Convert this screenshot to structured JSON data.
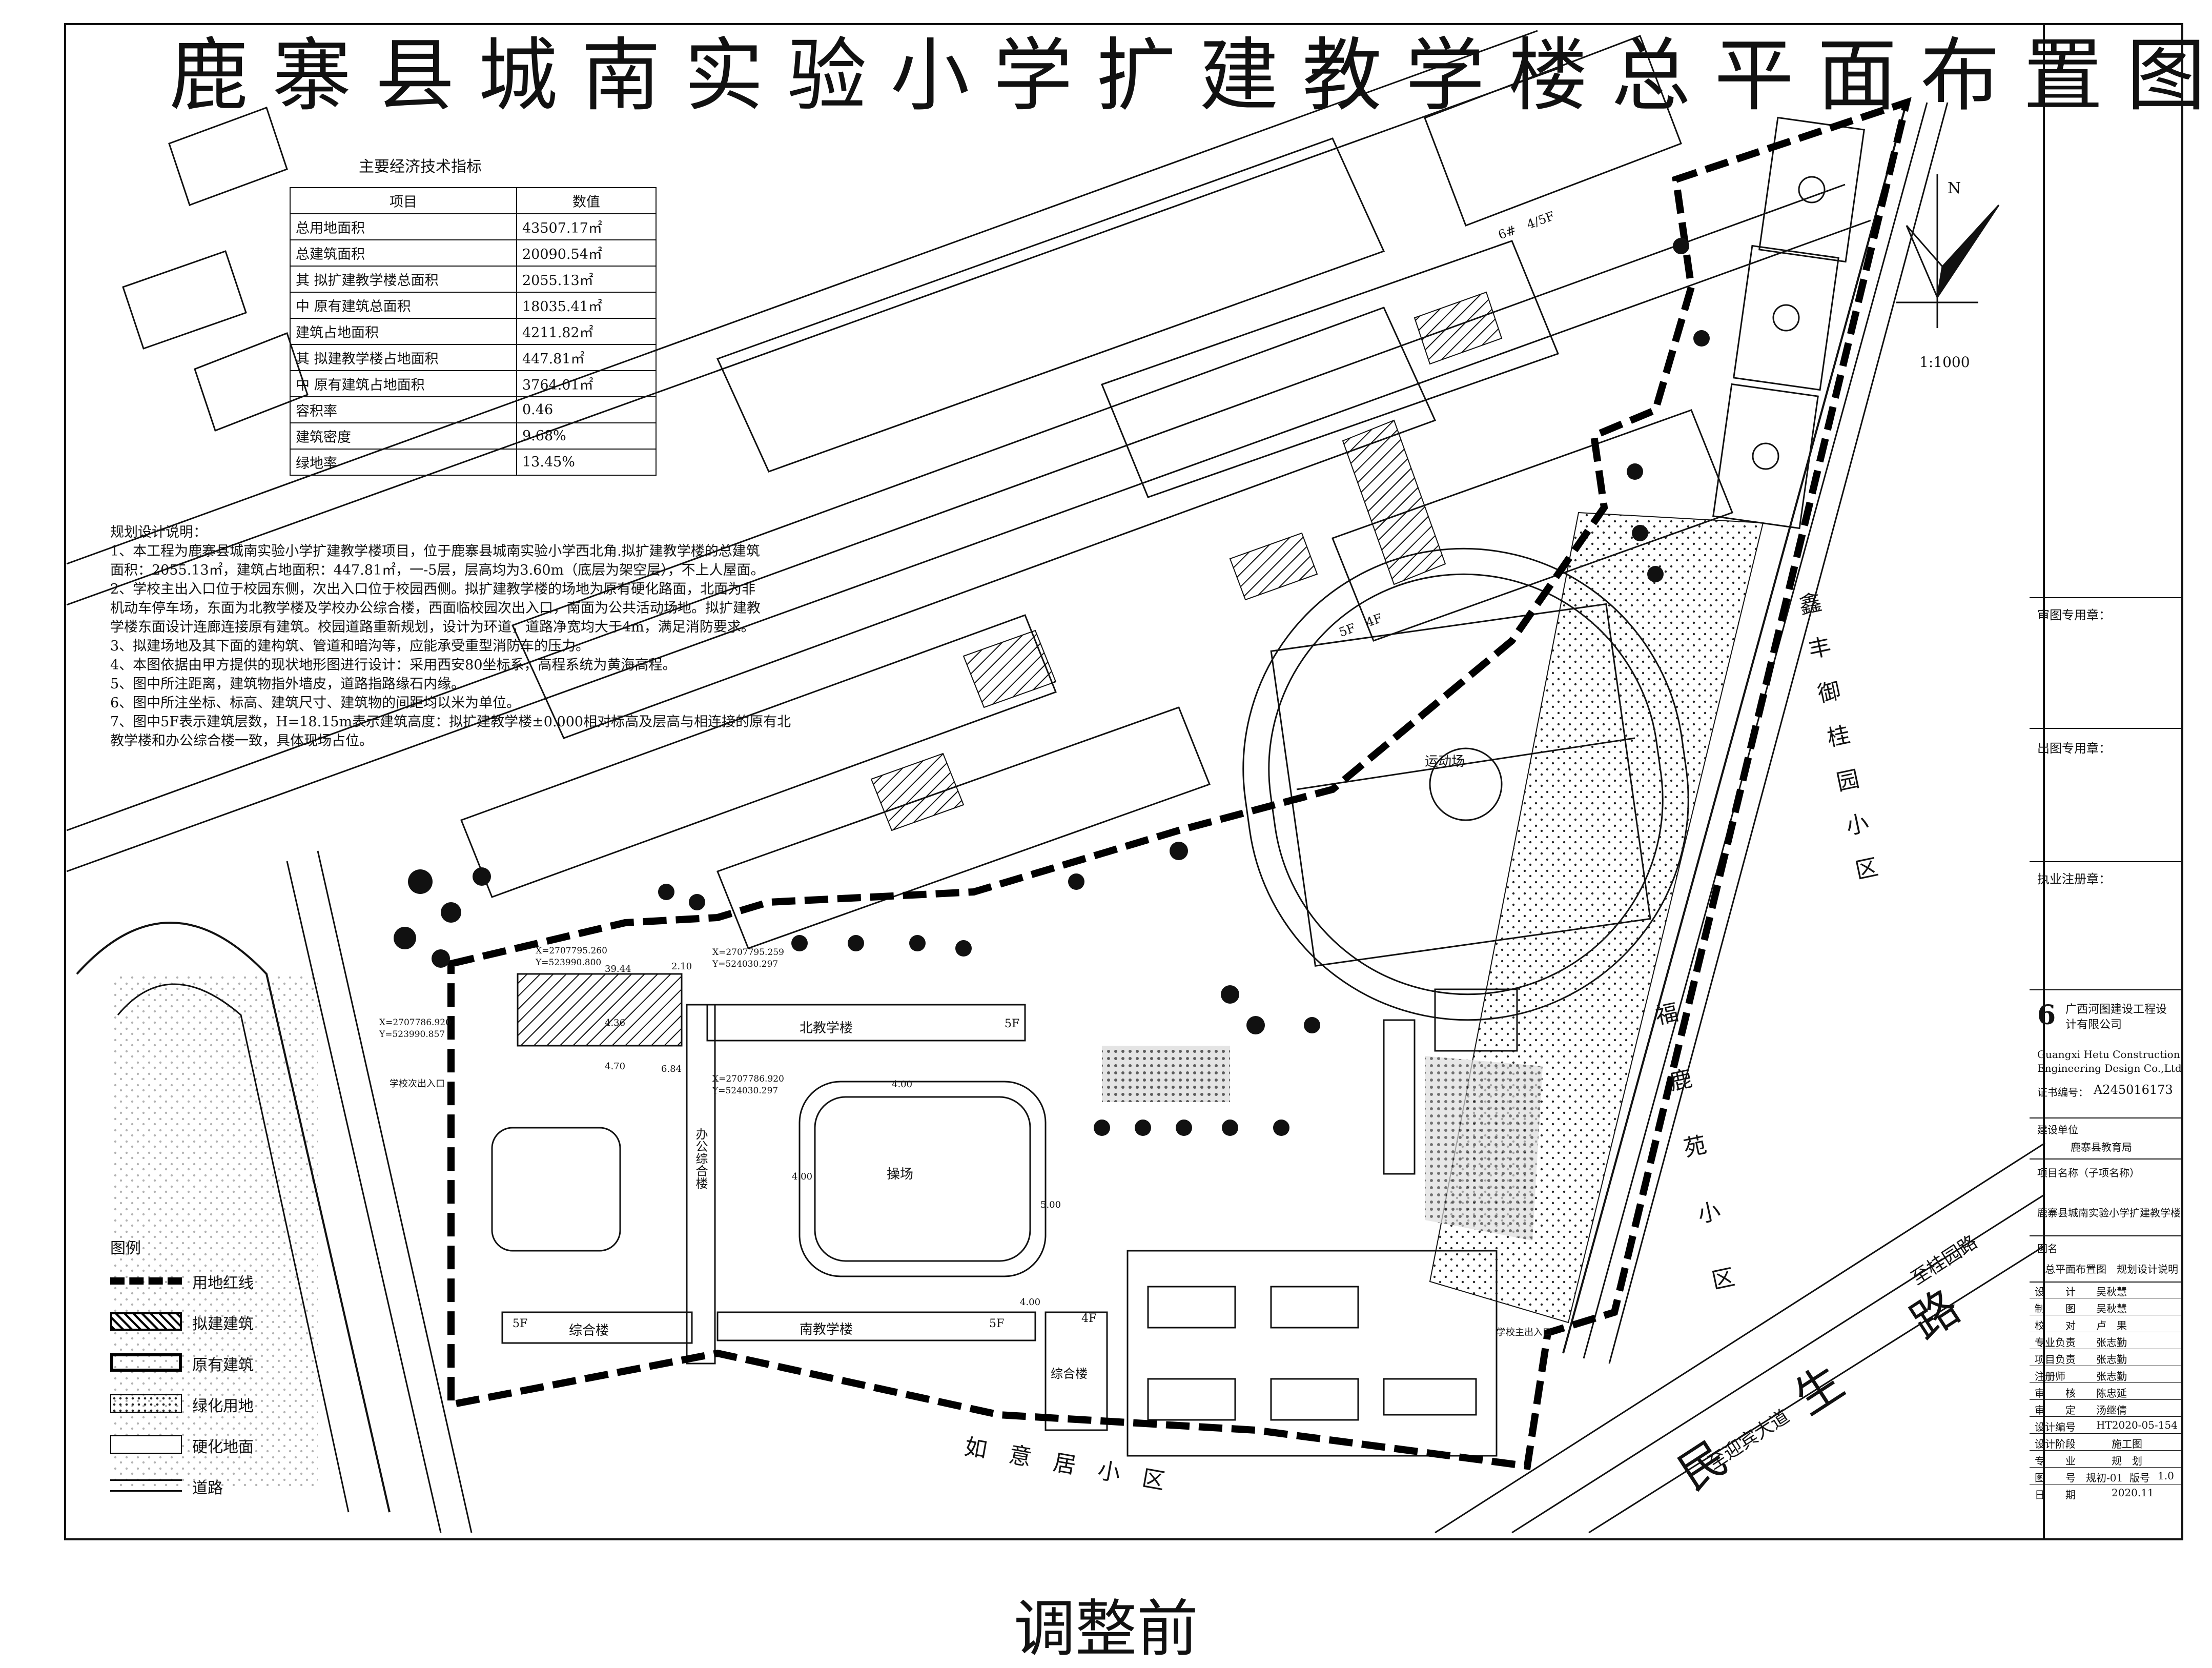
{
  "title": "鹿寨县城南实验小学扩建教学楼总平面布置图",
  "indicator_table": {
    "caption": "主要经济技术指标",
    "header": [
      "项目",
      "数值"
    ],
    "rows": [
      [
        "总用地面积",
        "43507.17㎡"
      ],
      [
        "总建筑面积",
        "20090.54㎡"
      ],
      [
        "其  拟扩建教学楼总面积",
        "2055.13㎡"
      ],
      [
        "中  原有建筑总面积",
        "18035.41㎡"
      ],
      [
        "建筑占地面积",
        "4211.82㎡"
      ],
      [
        "其  拟建教学楼占地面积",
        "447.81㎡"
      ],
      [
        "中  原有建筑占地面积",
        "3764.01㎡"
      ],
      [
        "容积率",
        "0.46"
      ],
      [
        "建筑密度",
        "9.68%"
      ],
      [
        "绿地率",
        "13.45%"
      ]
    ]
  },
  "notes": {
    "heading": "规划设计说明：",
    "items": [
      "1、本工程为鹿寨县城南实验小学扩建教学楼项目，位于鹿寨县城南实验小学西北角.拟扩建教学楼的总建筑",
      "面积：2055.13㎡，建筑占地面积：447.81㎡，一-5层，层高均为3.60m（底层为架空层），不上人屋面。",
      "2、学校主出入口位于校园东侧，次出入口位于校园西侧。拟扩建教学楼的场地为原有硬化路面，北面为非",
      "机动车停车场，东面为北教学楼及学校办公综合楼，西面临校园次出入口，南面为公共活动场地。拟扩建教",
      "学楼东面设计连廊连接原有建筑。校园道路重新规划，设计为环道，道路净宽均大于4m，满足消防要求。",
      "3、拟建场地及其下面的建构筑、管道和暗沟等，应能承受重型消防车的压力。",
      "4、本图依据由甲方提供的现状地形图进行设计：采用西安80坐标系，高程系统为黄海高程。",
      "5、图中所注距离，建筑物指外墙皮，道路指路缘石内缘。",
      "6、图中所注坐标、标高、建筑尺寸、建筑物的间距均以米为单位。",
      "7、图中5F表示建筑层数，H=18.15m表示建筑高度：拟扩建教学楼±0.000相对标高及层高与相连接的原有北",
      "教学楼和办公综合楼一致，具体现场占位。"
    ]
  },
  "legend": {
    "title": "图例",
    "items": [
      "用地红线",
      "拟建建筑",
      "原有建筑",
      "绿化用地",
      "硬化地面",
      "道路"
    ]
  },
  "map_labels": {
    "north": "N",
    "scale": "1:1000",
    "sports_field": "运动场",
    "playground": "操场",
    "north_building": "北教学楼",
    "south_building": "南教学楼",
    "office_building": "办公综合楼",
    "complex_west": "综合楼",
    "complex_east": "综合楼",
    "road_minsheng": "民　　生　　路",
    "to_guiyuan": "至桂园路",
    "to_yingbin": "至迎宾大道",
    "community_ruyiju": "如　意　居　小　区",
    "community_xinfeng": "鑫　丰　御　桂　园　小　区",
    "community_fuluyuan": "福　　鹿　　苑　　小　　区",
    "floor_5f_a": "5F",
    "floor_5f_b": "5F",
    "floor_5f_c": "5F",
    "floor_4f": "4F",
    "bldg_6": "6#　4/5F",
    "bldg_5f4f": "5F　4F",
    "dims": [
      "39.44",
      "2.10",
      "4.36",
      "6.84",
      "4.00",
      "4.00",
      "5.00",
      "4.00",
      "4.70"
    ],
    "coords": [
      "X=2707795.260",
      "Y=523990.800",
      "X=2707795.259",
      "Y=524030.297",
      "X=2707786.920",
      "Y=523990.857",
      "X=2707786.920",
      "Y=524030.297"
    ],
    "main_gate": "学校主出入口",
    "side_gate": "学校次出入口"
  },
  "title_block": {
    "review_stamp": "审图专用章：",
    "issue_stamp": "出图专用章：",
    "reg_stamp": "执业注册章：",
    "company_cn": "广西河图建设工程设计有限公司",
    "company_en_1": "Guangxi Hetu Construction",
    "company_en_2": "Engineering Design Co.,Ltd",
    "cert_label": "证书编号：",
    "cert_no": "A245016173",
    "client_label": "建设单位",
    "client": "鹿寨县教育局",
    "project_label": "项目名称（子项名称）",
    "project": "鹿寨县城南实验小学扩建教学楼",
    "drawing_label": "图名",
    "drawing": "总平面布置图　规划设计说明",
    "roles": [
      [
        "设　　计",
        "吴秋慧"
      ],
      [
        "制　　图",
        "吴秋慧"
      ],
      [
        "校　　对",
        "卢　果"
      ],
      [
        "专业负责",
        "张志勤"
      ],
      [
        "项目负责",
        "张志勤"
      ],
      [
        "注册师",
        "张志勤"
      ],
      [
        "审　　核",
        "陈忠延"
      ],
      [
        "审　　定",
        "汤继倩"
      ]
    ],
    "design_no_label": "设计编号",
    "design_no": "HT2020-05-154",
    "stage_label": "设计阶段",
    "stage": "施工图",
    "discipline_label": "专　　业",
    "discipline": "规　划",
    "sheet_label": "图　　号",
    "sheet": "规初-01",
    "version_label": "版号",
    "version": "1.0",
    "date_label": "日　　期",
    "date": "2020.11"
  },
  "caption": "调整前"
}
